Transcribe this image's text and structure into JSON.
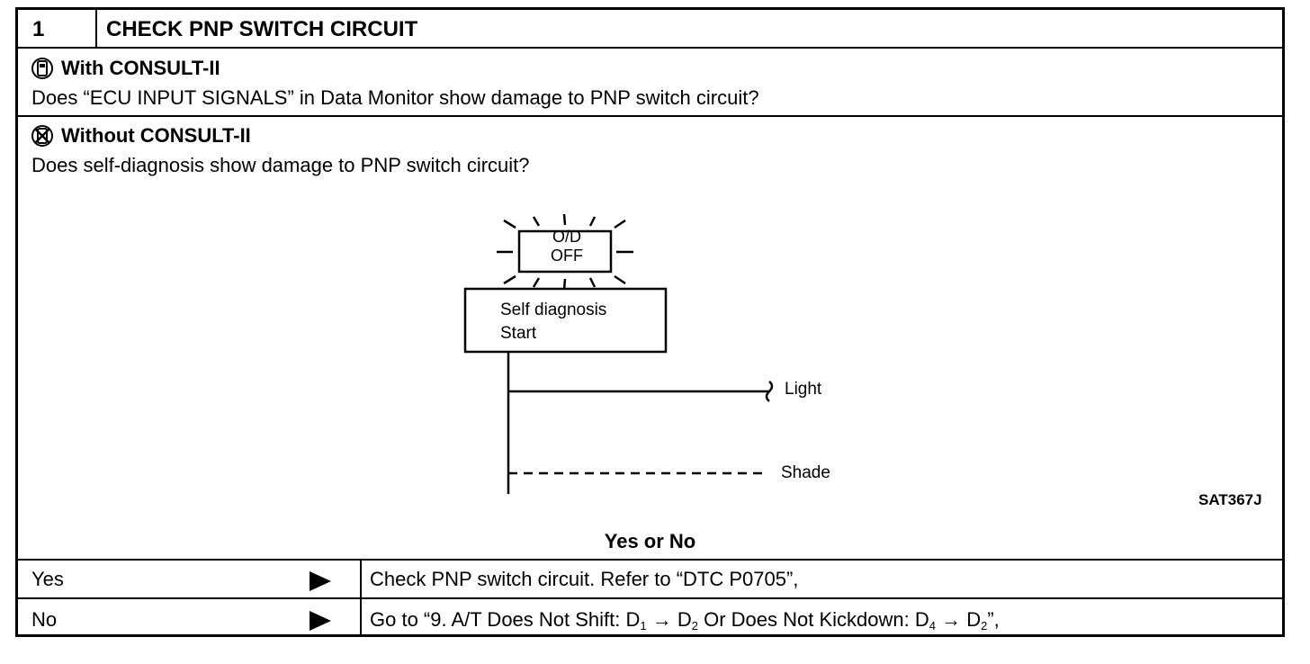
{
  "header": {
    "step_number": "1",
    "title": "CHECK PNP SWITCH CIRCUIT"
  },
  "with_consult": {
    "icon": "consult-tester-icon",
    "heading": "With CONSULT-II",
    "question": "Does “ECU INPUT SIGNALS” in Data Monitor show damage to PNP switch circuit?"
  },
  "without_consult": {
    "icon": "no-consult-icon",
    "heading": "Without CONSULT-II",
    "question": "Does self-diagnosis show damage to PNP switch circuit?"
  },
  "diagram": {
    "lamp_line1": "O/D",
    "lamp_line2": "OFF",
    "box_line1": "Self diagnosis",
    "box_line2": "Start",
    "light_label": "Light",
    "shade_label": "Shade",
    "figure_code": "SAT367J"
  },
  "prompt": "Yes or No",
  "answers": [
    {
      "label": "Yes",
      "action": "Check PNP switch circuit. Refer to “DTC P0705”,"
    },
    {
      "label": "No",
      "action_parts": [
        "Go to “9. A/T Does Not Shift: D",
        "1",
        " → D",
        "2",
        " Or Does Not Kickdown: D",
        "4",
        " → D",
        "2",
        "”,"
      ]
    }
  ]
}
